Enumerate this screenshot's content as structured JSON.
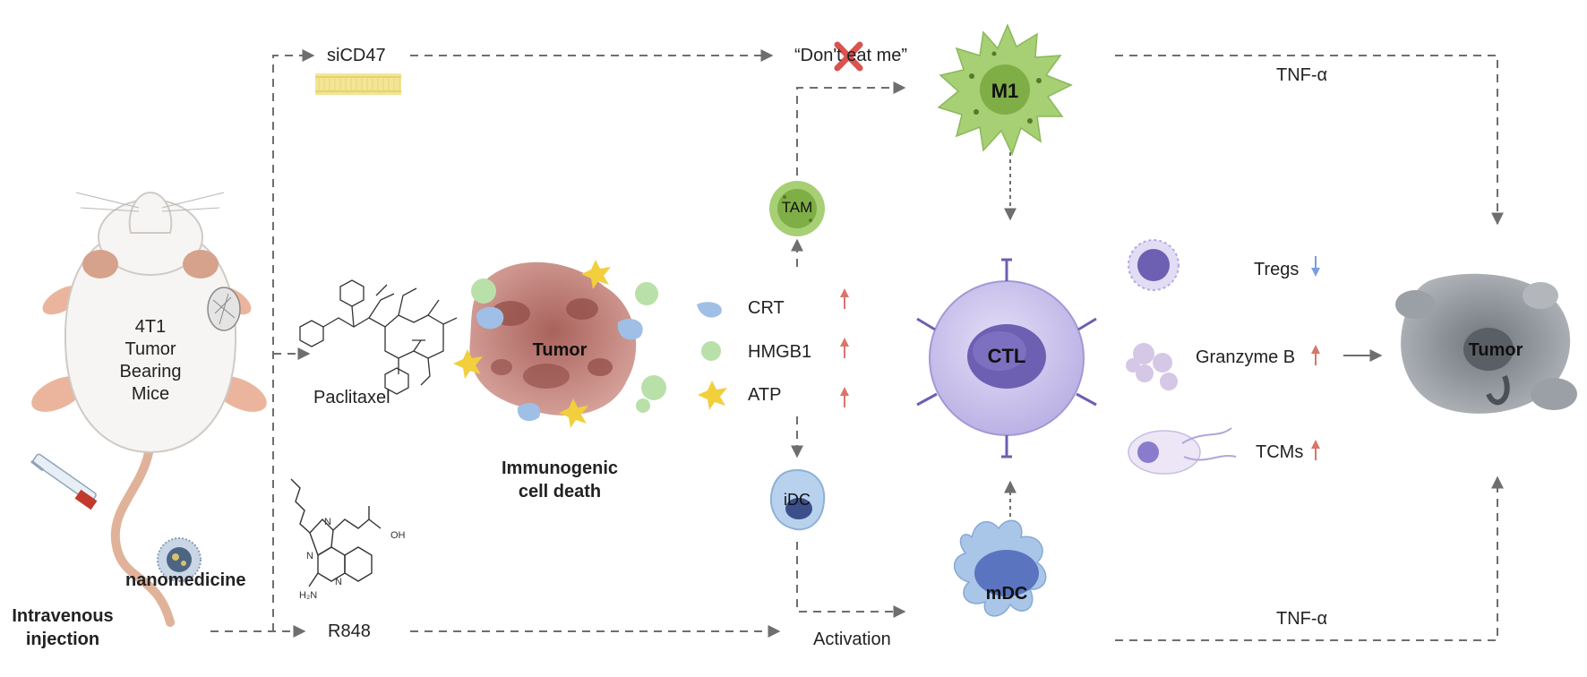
{
  "labels": {
    "mouse": "4T1\nTumor\nBearing\nMice",
    "nanomedicine": "nanomedicine",
    "intravenous": "Intravenous\ninjection",
    "sicd47": "siCD47",
    "paclitaxel": "Paclitaxel",
    "r848": "R848",
    "r848_oh": "OH",
    "r848_nh2": "H₂N",
    "r848_n1": "N",
    "r848_n2": "N",
    "r848_n3": "N",
    "tumor_icd": "Tumor",
    "icd": "Immunogenic\ncell death",
    "crt": "CRT",
    "hmgb1": "HMGB1",
    "atp": "ATP",
    "tam": "TAM",
    "idc": "iDC",
    "dont_eat_me": "“Don't eat me”",
    "m1": "M1",
    "ctl": "CTL",
    "mdc": "mDC",
    "activation": "Activation",
    "tnf_top": "TNF-α",
    "tnf_bottom": "TNF-α",
    "tregs": "Tregs",
    "granzyme": "Granzyme B",
    "tcms": "TCMs",
    "tumor_final": "Tumor"
  },
  "indicators": {
    "crt": "up",
    "hmgb1": "up",
    "atp": "up",
    "tregs": "down",
    "granzyme": "up",
    "tcms": "up"
  },
  "colors": {
    "arrow": "#6e6e6e",
    "up": "#d9756a",
    "down": "#7b9de0",
    "tumor": "#b9736c",
    "m1": "#9cc55a",
    "ctl": "#c9c2ec",
    "mdc": "#a9c6e8",
    "tumor_final": "#8e9399",
    "sirna": "#f1e28a",
    "cross": "#d9534f"
  }
}
